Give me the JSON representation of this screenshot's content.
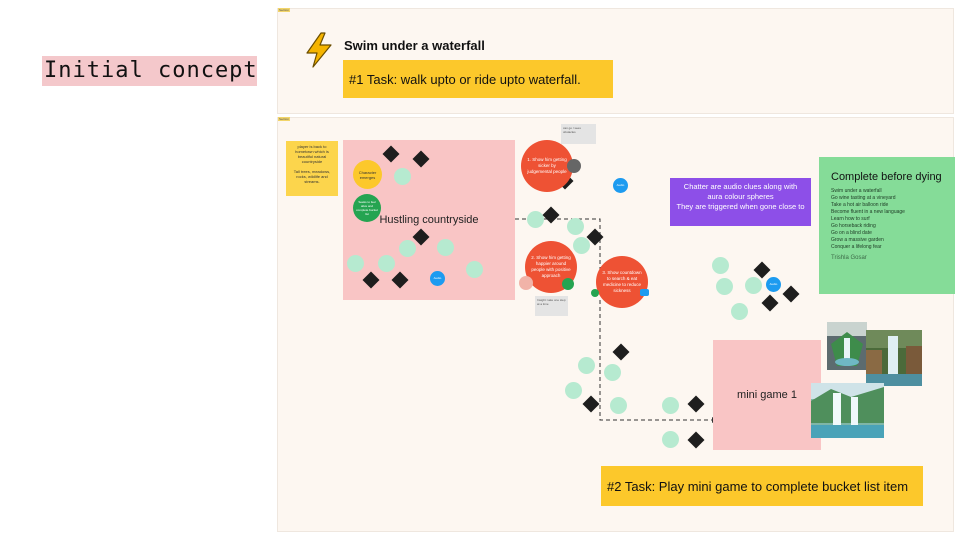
{
  "slide_title": "Initial concept",
  "frames": {
    "top_tag": "Section",
    "bottom_tag": "Section"
  },
  "heading": "Swim under a waterfall",
  "task1": "#1 Task: walk upto or ride upto waterfall.",
  "task2": "#2 Task: Play mini game to complete bucket list item",
  "sticky_yellow": "player is back to hometown which is beautiful natural countryside\n\nTall trees, meadows, rocks, wildlife and streams.",
  "character_circle": "Character emerges",
  "green_circle_text": "Seeks to feel alive and complete bucket list",
  "zone_countryside": "Hustling countryside",
  "zone_minigame": "mini game 1",
  "grey_note_top": "can go / sees obstacles",
  "grey_note_mid": "Insight: take one step at a time",
  "red1": "1. Show him getting sicker by judgemental people",
  "red2": "2. Show him getting happier around people with positive approach",
  "red3": "3. Show countdown to search & eat medicine to reduce sickness",
  "blue_label": "Audio",
  "purple_note": "Chatter are audio clues along with aura colour spheres\nThey are triggered when gone close to",
  "bucket": {
    "title": "Complete before dying",
    "items": [
      "Swim under a waterfall",
      "Go wine tasting at a vineyard",
      "Take a hot air balloon ride",
      "Become fluent in a new language",
      "Learn how to surf",
      "Go horseback riding",
      "Go on a blind date",
      "Grow a massive garden",
      "Conquer a lifelong fear"
    ],
    "author": "Trishla Gosar"
  },
  "icons": {
    "lightning": "lightning-bolt-icon"
  },
  "colors": {
    "task_yellow": "#fcc82b",
    "zone_pink": "#f9c5c5",
    "red": "#ee5234",
    "mint": "#b6ead0",
    "purple": "#8d4fe8",
    "green_card": "#85dc98",
    "blue": "#1d9bf0"
  }
}
